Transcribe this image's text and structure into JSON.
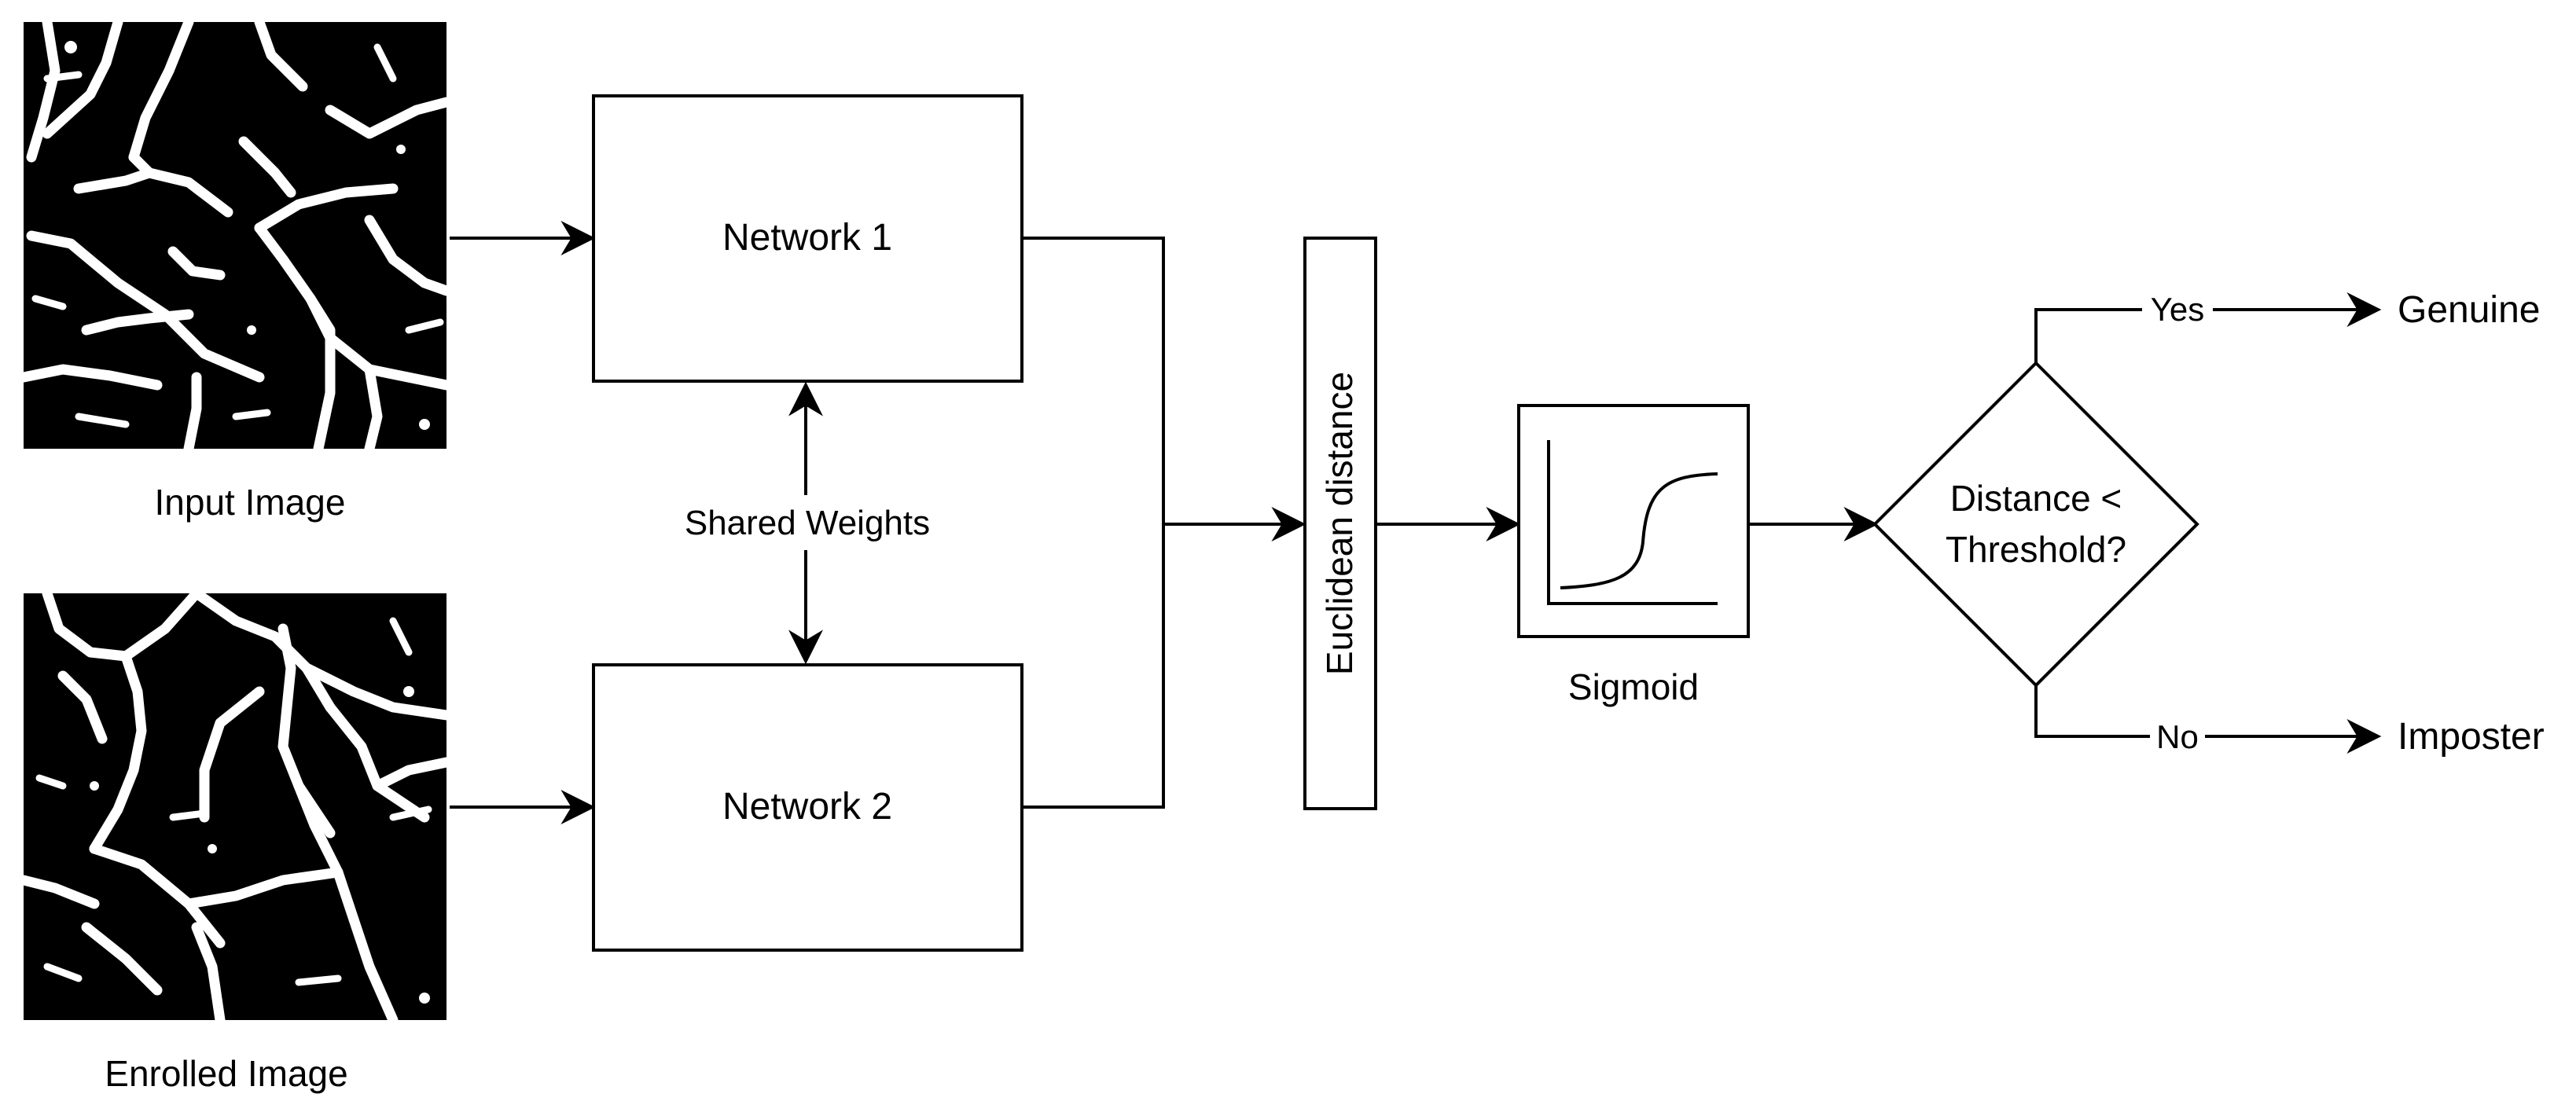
{
  "images": {
    "input": {
      "caption": "Input Image"
    },
    "enrolled": {
      "caption": "Enrolled Image"
    }
  },
  "networks": {
    "network1": {
      "label": "Network 1"
    },
    "network2": {
      "label": "Network 2"
    },
    "shared_weights": {
      "label": "Shared Weights"
    }
  },
  "distance": {
    "label": "Euclidean distance"
  },
  "sigmoid": {
    "label": "Sigmoid"
  },
  "decision": {
    "line1": "Distance <",
    "line2": "Threshold?",
    "yes_label": "Yes",
    "no_label": "No"
  },
  "outcomes": {
    "genuine": "Genuine",
    "imposter": "Imposter"
  },
  "colors": {
    "stroke": "#000000",
    "background": "#ffffff"
  }
}
